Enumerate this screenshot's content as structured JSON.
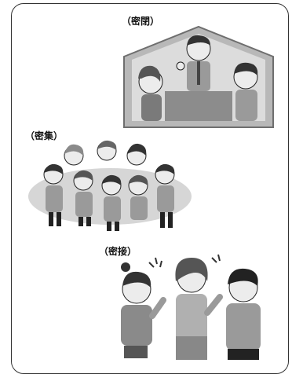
{
  "sections": {
    "closed": {
      "label": "（密閉）"
    },
    "crowded": {
      "label": "（密集）"
    },
    "close_contact": {
      "label": "（密接）"
    }
  }
}
